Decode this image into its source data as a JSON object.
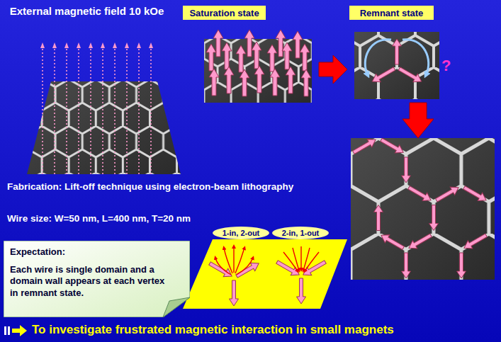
{
  "diagram": {
    "nodes": [
      {
        "text": [
          "Saturation state"
        ]
      },
      {
        "text": [
          "Remnant state"
        ]
      },
      {
        "text": [
          "1-in, 2-out"
        ]
      },
      {
        "text": [
          "2-in, 1-out"
        ]
      },
      {
        "text": [
          "Expectation:",
          "Each wire is single domain and a domain wall appears at each vertex in remnant state."
        ]
      }
    ],
    "labels": [
      "External magnetic field 10 kOe",
      "?",
      "Fabrication: Lift-off technique using electron-beam lithography",
      "Wire size: W=50 nm, L=400 nm, T=20 nm",
      "To investigate frustrated magnetic interaction in small magnets"
    ]
  }
}
